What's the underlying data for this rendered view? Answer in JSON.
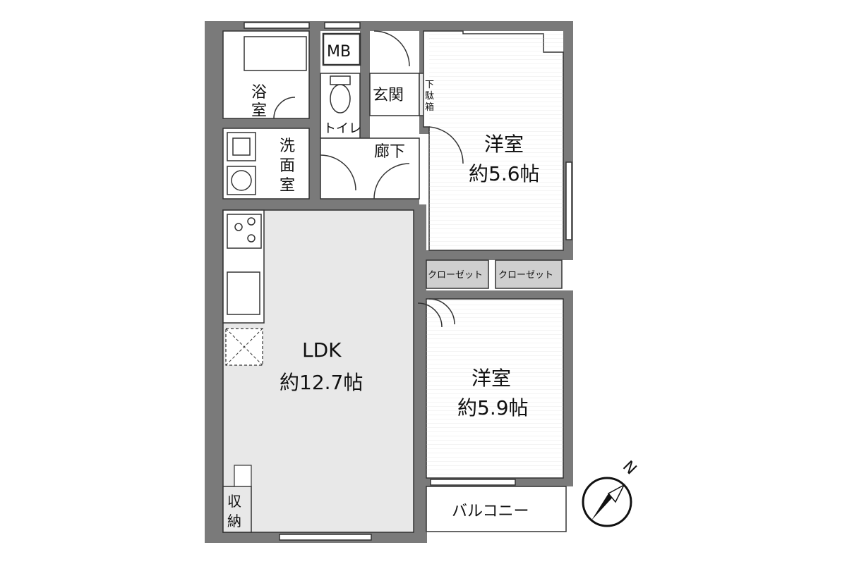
{
  "rooms": {
    "bath": {
      "line1": "浴",
      "line2": "室"
    },
    "mb": "MB",
    "toilet": "トイレ",
    "entrance": "玄関",
    "shoe_box": {
      "c1": "下",
      "c2": "駄",
      "c3": "箱"
    },
    "washroom": {
      "c1": "洗",
      "c2": "面",
      "c3": "室"
    },
    "hallway": "廊下",
    "western1": {
      "name": "洋室",
      "size": "約5.6帖"
    },
    "western2": {
      "name": "洋室",
      "size": "約5.9帖"
    },
    "closet1": "クローゼット",
    "closet2": "クローゼット",
    "ldk": {
      "name": "LDK",
      "size": "約12.7帖"
    },
    "storage": {
      "line1": "収",
      "line2": "納"
    },
    "balcony": "バルコニー"
  },
  "compass": {
    "label": "N"
  },
  "colors": {
    "wall": "#7a7a7a",
    "floor": "#e8e8e8",
    "wet": "#ffffff",
    "closet": "#cfcfcf"
  }
}
